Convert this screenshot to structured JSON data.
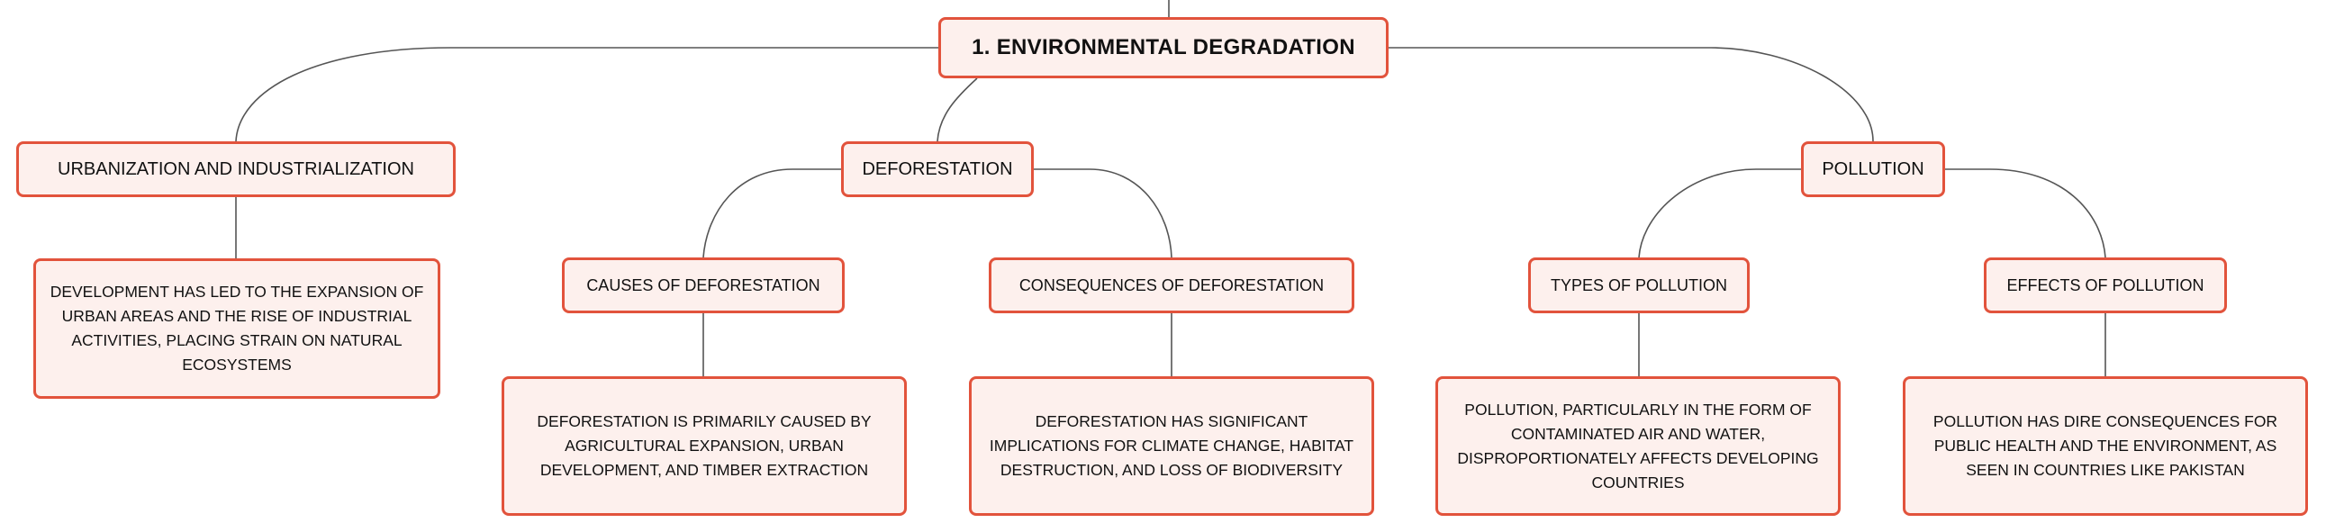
{
  "diagram": {
    "root": {
      "label": "1. ENVIRONMENTAL DEGRADATION"
    },
    "branches": [
      {
        "label": "URBANIZATION AND INDUSTRIALIZATION",
        "detail": "DEVELOPMENT HAS LED TO THE EXPANSION OF URBAN AREAS AND THE RISE OF INDUSTRIAL ACTIVITIES, PLACING STRAIN ON NATURAL ECOSYSTEMS"
      },
      {
        "label": "DEFORESTATION",
        "children": [
          {
            "label": "CAUSES OF DEFORESTATION",
            "detail": "DEFORESTATION IS PRIMARILY CAUSED BY AGRICULTURAL EXPANSION, URBAN DEVELOPMENT, AND TIMBER EXTRACTION"
          },
          {
            "label": "CONSEQUENCES OF DEFORESTATION",
            "detail": "DEFORESTATION HAS SIGNIFICANT IMPLICATIONS FOR CLIMATE CHANGE, HABITAT DESTRUCTION, AND LOSS OF BIODIVERSITY"
          }
        ]
      },
      {
        "label": "POLLUTION",
        "children": [
          {
            "label": "TYPES OF POLLUTION",
            "detail": "POLLUTION, PARTICULARLY IN THE FORM OF CONTAMINATED AIR AND WATER, DISPROPORTIONATELY AFFECTS DEVELOPING COUNTRIES"
          },
          {
            "label": "EFFECTS OF POLLUTION",
            "detail": "POLLUTION HAS DIRE CONSEQUENCES FOR PUBLIC HEALTH AND THE ENVIRONMENT, AS SEEN IN COUNTRIES LIKE PAKISTAN"
          }
        ]
      }
    ]
  },
  "colors": {
    "node_border": "#e2533c",
    "node_fill": "#fdf0ed",
    "connector": "#555555",
    "text": "#111111"
  }
}
